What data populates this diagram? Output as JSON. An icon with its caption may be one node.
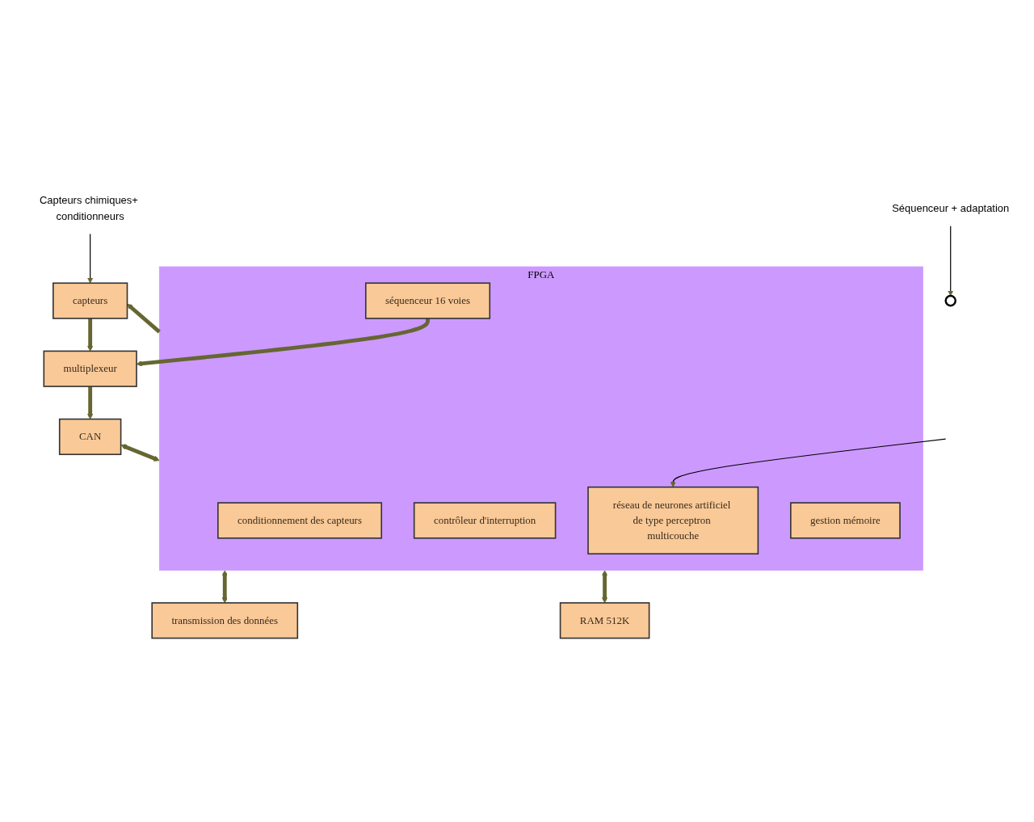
{
  "diagram": {
    "nodes": [
      {
        "text": [
          "Capteurs chimiques+ conditionneurs"
        ]
      },
      {
        "text": [
          "Séquenceur + adaptation"
        ]
      },
      {
        "text": [
          "capteurs"
        ]
      },
      {
        "text": [
          "multiplexeur"
        ]
      },
      {
        "text": [
          "CAN"
        ]
      },
      {
        "text": [
          "FPGA"
        ]
      },
      {
        "text": [
          "conditionnement des capteurs"
        ],
        "in": 5
      },
      {
        "text": [
          "contrôleur d'interruption"
        ],
        "in": 5
      },
      {
        "text": [
          "séquenceur 16 voies"
        ],
        "in": 5
      },
      {
        "text": [
          "réseau de neurones artificiel de type perceptron multicouche"
        ],
        "in": 5
      },
      {
        "text": [
          "gestion mémoire"
        ],
        "in": 5
      },
      {
        "text": [],
        "shape": "circle"
      },
      {
        "text": [
          "transmission des données"
        ]
      },
      {
        "text": [
          "RAM 512K"
        ]
      }
    ],
    "edges": [
      {
        "from": 0,
        "to": 2,
        "arrow": "to",
        "color": "#000000"
      },
      {
        "from": 1,
        "to": 11,
        "arrow": "to",
        "color": "#000000"
      },
      {
        "from": 5,
        "to": 2,
        "arrow": "to"
      },
      {
        "from": 2,
        "to": 3,
        "arrow": "to"
      },
      {
        "from": 3,
        "to": 4,
        "arrow": "to"
      },
      {
        "from": 8,
        "to": 3,
        "arrow": "to"
      },
      {
        "from": 4,
        "to": 5,
        "arrow": "both"
      },
      {
        "from": 5,
        "to": 12,
        "arrow": "both"
      },
      {
        "from": 5,
        "to": 13,
        "arrow": "both"
      },
      {
        "from": null,
        "to": 9,
        "arrow": "to",
        "color": "#000000"
      }
    ]
  }
}
